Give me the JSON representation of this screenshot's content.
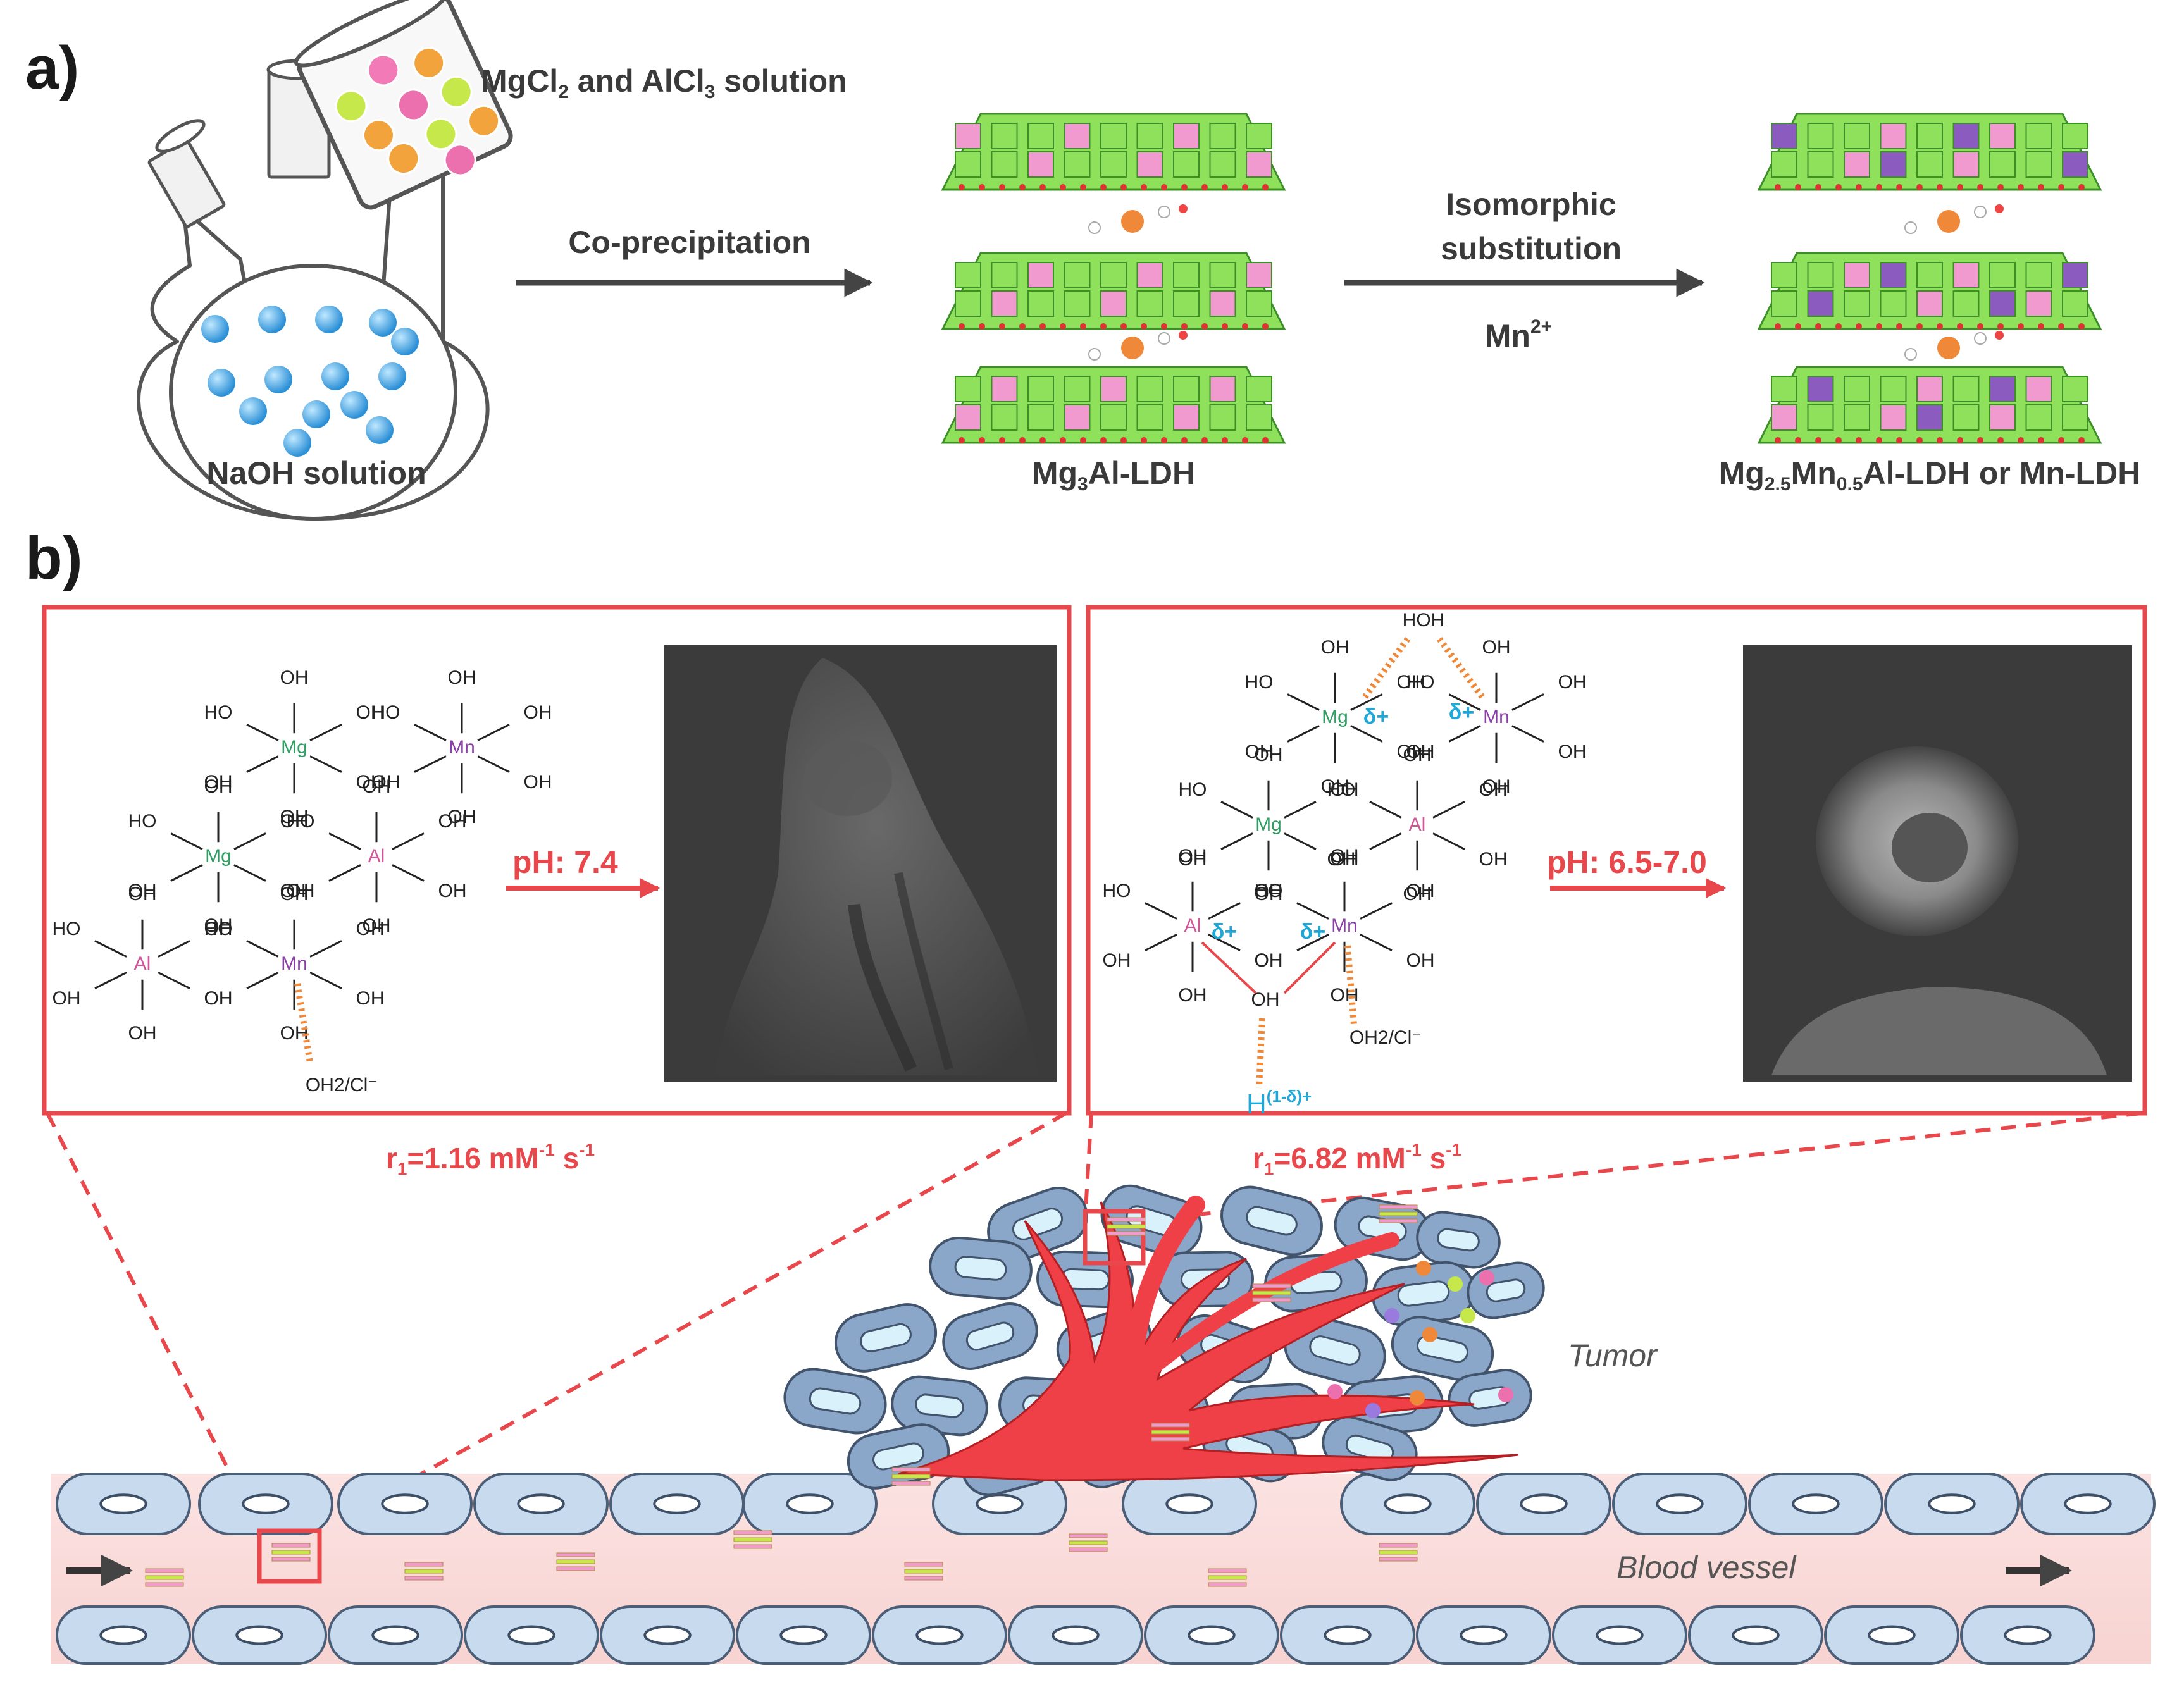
{
  "panel_a": {
    "letter": "a)",
    "reagent_label": "MgCl",
    "reagent_sub1": "2",
    "reagent_mid": " and AlCl",
    "reagent_sub2": "3",
    "reagent_tail": " solution",
    "flask_label": "NaOH solution",
    "arrow1_label": "Co-precipitation",
    "ldh1_label_pre": "Mg",
    "ldh1_label_sub": "3",
    "ldh1_label_post": "Al-LDH",
    "arrow2_line1": "Isomorphic",
    "arrow2_line2": "substitution",
    "arrow2_ion": "Mn",
    "arrow2_ion_sup": "2+",
    "ldh2_label_pre": "Mg",
    "ldh2_label_sub1": "2.5",
    "ldh2_label_mid": "Mn",
    "ldh2_label_sub2": "0.5",
    "ldh2_label_post": "Al-LDH or Mn-LDH"
  },
  "panel_b": {
    "letter": "b)",
    "left": {
      "ph": "pH: 7.4",
      "relaxivity_pre": "r",
      "relaxivity_sub": "1",
      "relaxivity_val": "=1.16  mM",
      "relaxivity_sup1": "-1",
      "relaxivity_s": " s",
      "relaxivity_sup2": "-1",
      "ligand": "OH2/Cl⁻"
    },
    "right": {
      "ph": "pH: 6.5-7.0",
      "relaxivity_pre": "r",
      "relaxivity_sub": "1",
      "relaxivity_val": "=6.82  mM",
      "relaxivity_sup1": "-1",
      "relaxivity_s": " s",
      "relaxivity_sup2": "-1",
      "ligand": "OH2/Cl⁻",
      "water": "HOH",
      "proton": "H",
      "proton_sup": "(1-δ)+",
      "delta": "δ+"
    },
    "atoms": {
      "oh": "OH",
      "ho": "HO",
      "mg": "Mg",
      "mn": "Mn",
      "al": "Al"
    },
    "tumor_label": "Tumor",
    "vessel_label": "Blood vessel"
  },
  "colors": {
    "accent_red": "#e8484c",
    "mg_green": "#2e9e62",
    "mn_purple": "#8a3fa6",
    "al_pink": "#d2559a",
    "delta_blue": "#1fa7d8",
    "cell_fill": "#c8daee",
    "tumor_cell_fill": "#8aa6c8",
    "vessel_red": "#ee4046"
  }
}
